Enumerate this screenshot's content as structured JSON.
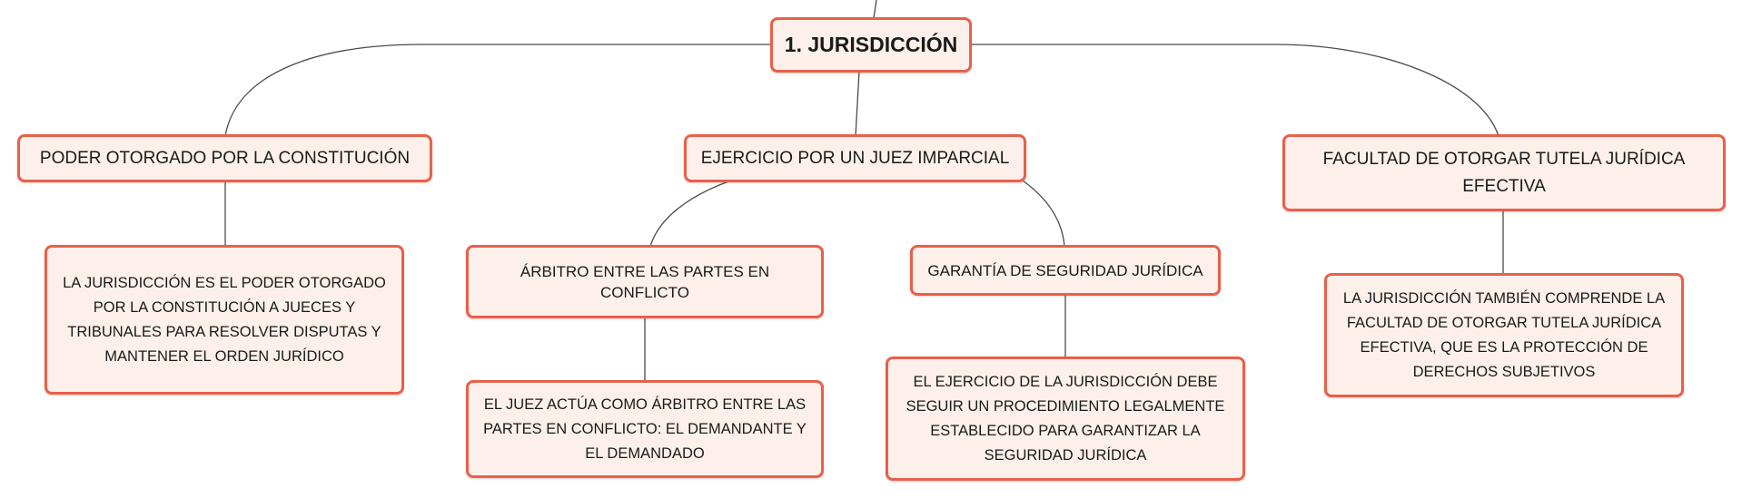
{
  "theme": {
    "accent": "#e8604b",
    "node_fill": "#fdf0ea",
    "line": "#4a4a4a"
  },
  "root": {
    "label": "1. JURISDICCIÓN"
  },
  "branches": [
    {
      "label": "PODER OTORGADO POR LA CONSTITUCIÓN",
      "detail": "LA JURISDICCIÓN ES EL PODER OTORGADO POR LA CONSTITUCIÓN A JUECES Y TRIBUNALES PARA RESOLVER DISPUTAS Y MANTENER EL ORDEN JURÍDICO"
    },
    {
      "label": "EJERCICIO POR UN JUEZ IMPARCIAL",
      "children": [
        {
          "label": "ÁRBITRO ENTRE LAS PARTES EN CONFLICTO",
          "detail": "EL JUEZ ACTÚA COMO ÁRBITRO ENTRE LAS PARTES EN CONFLICTO: EL DEMANDANTE Y EL DEMANDADO"
        },
        {
          "label": "GARANTÍA DE SEGURIDAD JURÍDICA",
          "detail": "EL EJERCICIO DE LA JURISDICCIÓN DEBE SEGUIR UN PROCEDIMIENTO LEGALMENTE ESTABLECIDO PARA GARANTIZAR LA SEGURIDAD JURÍDICA"
        }
      ]
    },
    {
      "label": "FACULTAD DE OTORGAR TUTELA JURÍDICA EFECTIVA",
      "detail": "LA JURISDICCIÓN TAMBIÉN COMPRENDE LA FACULTAD DE OTORGAR TUTELA JURÍDICA EFECTIVA, QUE ES LA PROTECCIÓN DE DERECHOS SUBJETIVOS"
    }
  ]
}
